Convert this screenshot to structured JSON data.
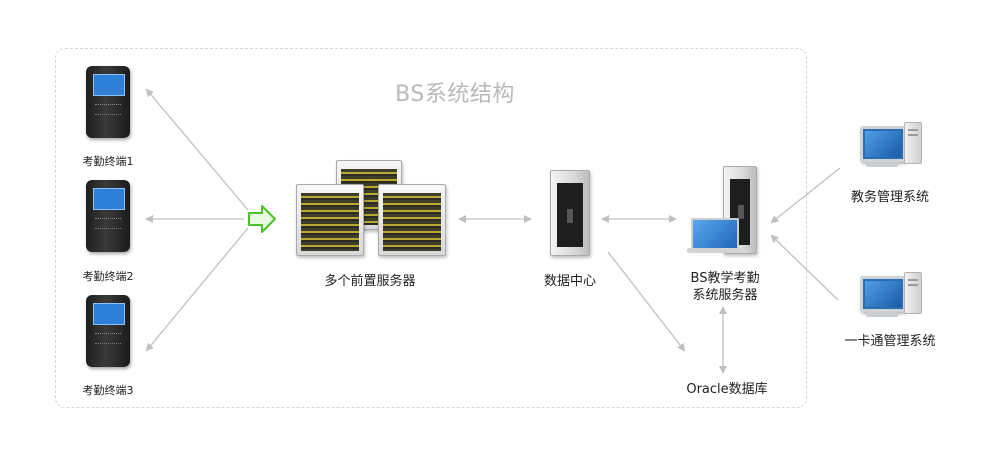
{
  "title": "BS系统结构",
  "nodes": {
    "terminal_1": "考勤终端1",
    "terminal_2": "考勤终端2",
    "terminal_3": "考勤终端3",
    "front_servers": "多个前置服务器",
    "data_center": "数据中心",
    "bs_server_line1": "BS教学考勤",
    "bs_server_line2": "系统服务器",
    "oracle_db": "Oracle数据库",
    "academic_system": "教务管理系统",
    "card_system": "一卡通管理系统"
  },
  "colors": {
    "frame_border": "#d6d6d6",
    "title": "#b9b9b9",
    "connector": "#c0c0c0",
    "highlight_arrow": "#4cc12c",
    "screen_blue": "#2f7fd8"
  }
}
